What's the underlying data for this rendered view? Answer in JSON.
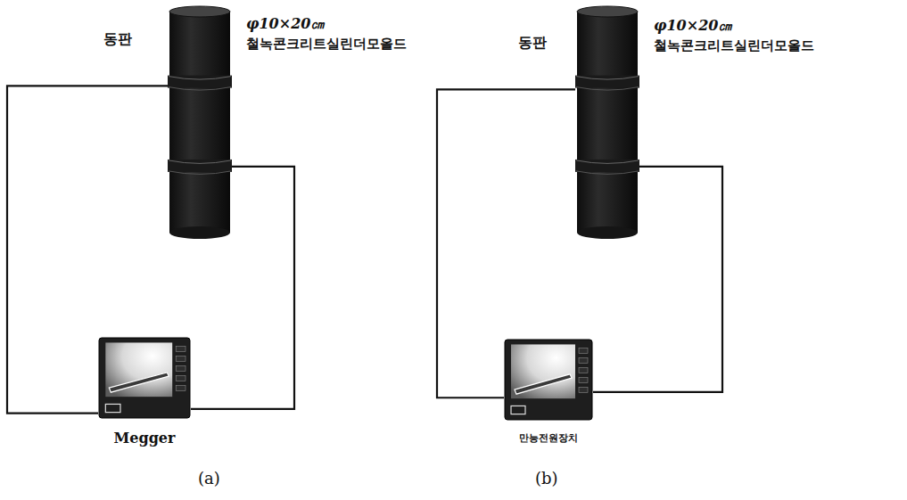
{
  "diagram": {
    "nodes": [
      {
        "text": [
          "φ10×20㎝",
          "철녹콘크리트실린더모올드"
        ]
      },
      {
        "text": [
          "Megger"
        ]
      },
      {
        "text": [
          "φ10×20㎝",
          "철녹콘크리트실린더모올드"
        ]
      },
      {
        "text": [
          "만능전원장치"
        ]
      }
    ],
    "edges": [
      {
        "from": 0,
        "to": 1,
        "arrow": "none"
      },
      {
        "from": 0,
        "to": 1,
        "arrow": "none"
      },
      {
        "from": 2,
        "to": 3,
        "arrow": "none"
      },
      {
        "from": 2,
        "to": 3,
        "arrow": "none"
      }
    ],
    "labels": [
      "동판",
      "(a)",
      "동판",
      "(b)"
    ]
  }
}
